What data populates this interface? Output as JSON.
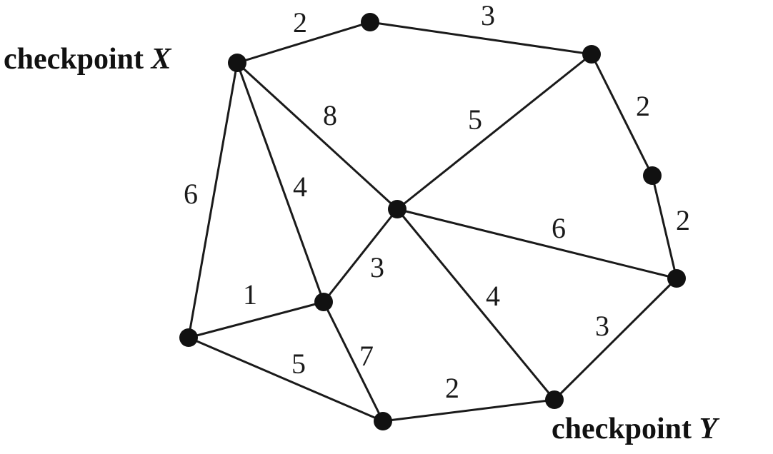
{
  "nodes": [
    {
      "id": "X",
      "label": "checkpoint",
      "letter": "X"
    },
    {
      "id": "A"
    },
    {
      "id": "B"
    },
    {
      "id": "C"
    },
    {
      "id": "D"
    },
    {
      "id": "Y",
      "label": "checkpoint",
      "letter": "Y"
    },
    {
      "id": "E"
    },
    {
      "id": "F"
    },
    {
      "id": "G"
    },
    {
      "id": "H"
    }
  ],
  "edges": [
    {
      "from": "X",
      "to": "A",
      "weight": "2"
    },
    {
      "from": "A",
      "to": "B",
      "weight": "3"
    },
    {
      "from": "B",
      "to": "C",
      "weight": "2"
    },
    {
      "from": "C",
      "to": "D",
      "weight": "2"
    },
    {
      "from": "D",
      "to": "Y",
      "weight": "3"
    },
    {
      "from": "Y",
      "to": "E",
      "weight": "2"
    },
    {
      "from": "E",
      "to": "F",
      "weight": "5"
    },
    {
      "from": "E",
      "to": "G",
      "weight": "7"
    },
    {
      "from": "F",
      "to": "G",
      "weight": "1"
    },
    {
      "from": "X",
      "to": "F",
      "weight": "6"
    },
    {
      "from": "X",
      "to": "G",
      "weight": "4"
    },
    {
      "from": "X",
      "to": "H",
      "weight": "8"
    },
    {
      "from": "H",
      "to": "B",
      "weight": "5"
    },
    {
      "from": "H",
      "to": "D",
      "weight": "6"
    },
    {
      "from": "H",
      "to": "Y",
      "weight": "4"
    },
    {
      "from": "H",
      "to": "G",
      "weight": "3"
    }
  ]
}
